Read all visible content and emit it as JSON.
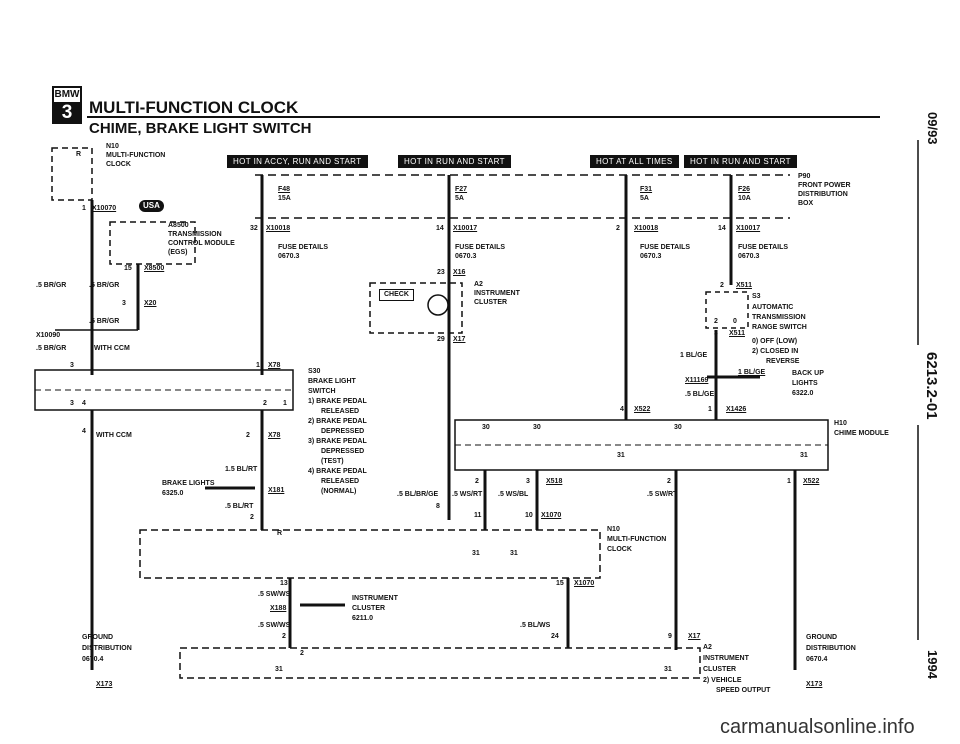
{
  "title": "MULTI-FUNCTION CLOCK",
  "subtitle": "CHIME, BRAKE LIGHT SWITCH",
  "badge": {
    "brand": "BMW",
    "series": "3"
  },
  "side": {
    "date": "09/93",
    "code": "6213.2-01",
    "year": "1994"
  },
  "headers": [
    "HOT IN ACCY, RUN AND START",
    "HOT IN RUN AND START",
    "HOT AT ALL TIMES",
    "HOT IN RUN AND START"
  ],
  "usa": "USA",
  "check": "CHECK",
  "watermark": "carmanualsonline.info",
  "labels": {
    "n10_top": "N10",
    "mfc_top": "MULTI-FUNCTION",
    "clock_top": "CLOCK",
    "pin_r": "R",
    "x10070_a": "X10070",
    "pin1": "1",
    "a8500": "A8500",
    "trans": "TRANSMISSION",
    "ctrl": "CONTROL MODULE",
    "egs": "(EGS)",
    "p15": "15",
    "x8500": "X8500",
    "w1": ".5 BR/GR",
    "w2": ".5 BR/GR",
    "p3a": "3",
    "x20": "X20",
    "w3": ".5 BR/GR",
    "x10090": "X10090",
    "w4": ".5 BR/GR",
    "withccm": "WITH CCM",
    "p3b": "3",
    "f48": "F48",
    "a15": "15A",
    "f27": "F27",
    "a5a": "5A",
    "f31": "F31",
    "a5b": "5A",
    "f26": "F26",
    "a10": "10A",
    "p90": "P90",
    "fp": "FRONT POWER",
    "dist": "DISTRIBUTION",
    "box": "BOX",
    "p32": "32",
    "x10018a": "X10018",
    "p14a": "14",
    "x10017a": "X10017",
    "p2a": "2",
    "x10018b": "X10018",
    "p14b": "14",
    "x10017b": "X10017",
    "fd1": "FUSE DETAILS",
    "fd1n": "0670.3",
    "fd2": "FUSE DETAILS",
    "fd2n": "0670.3",
    "fd3": "FUSE DETAILS",
    "fd3n": "0670.3",
    "fd4": "FUSE DETAILS",
    "fd4n": "0670.3",
    "p23": "23",
    "x16": "X16",
    "a2a": "A2",
    "ic1": "INSTRUMENT",
    "ic2": "CLUSTER",
    "p29": "29",
    "x17a": "X17",
    "p2b": "2",
    "x511": "X511",
    "s3": "S3",
    "auto": "AUTOMATIC",
    "trans2": "TRANSMISSION",
    "rs": "RANGE SWITCH",
    "r2": "2",
    "r0": "0",
    "p3c": "3",
    "x511b": "X511",
    "off": "0)  OFF (LOW)",
    "closed": "2)  CLOSED IN",
    "rev": "REVERSE",
    "bluge1": "1 BL/GE",
    "bluge2": "1 BL/GE",
    "x11169": "X11169",
    "bluge3": ".5 BL/GE",
    "backup": "BACK UP",
    "lights": "LIGHTS",
    "bln": "6322.0",
    "p4": "4",
    "x522a": "X522",
    "p1b": "1",
    "x1426": "X1426",
    "p1c": "1",
    "x78a": "X78",
    "s30": "S30",
    "bls": "BRAKE LIGHT",
    "sw": "SWITCH",
    "o1": "1)  BRAKE PEDAL",
    "o1b": "RELEASED",
    "o2": "2)  BRAKE PEDAL",
    "o2b": "DEPRESSED",
    "o3": "3)  BRAKE PEDAL",
    "o3b": "DEPRESSED",
    "o3c": "(TEST)",
    "o4": "4)  BRAKE PEDAL",
    "o4b": "RELEASED",
    "o4c": "(NORMAL)",
    "sw3": "3",
    "sw4": "4",
    "sw2": "2",
    "sw1": "1",
    "p4b": "4",
    "withccm2": "WITH CCM",
    "p2c": "2",
    "x78b": "X78",
    "blrt1": "1.5 BL/RT",
    "bl": "BRAKE LIGHTS",
    "bln2": "6325.0",
    "x181": "X181",
    "blrt2": ".5 BL/RT",
    "p2d": "2",
    "blbrge": ".5 BL/BR/GE",
    "p8": "8",
    "wsrt": ".5 WS/RT",
    "p11": "11",
    "wsbl": ".5 WS/BL",
    "p10": "10",
    "x1070b": "X1070",
    "n30a": "30",
    "n30b": "30",
    "n30c": "30",
    "n31a": "31",
    "n31b": "31",
    "h10": "H10",
    "cm": "CHIME MODULE",
    "p2e": "2",
    "p3d": "3",
    "x518": "X518",
    "p2f": "2",
    "swrt": ".5 SW/RT",
    "p1d": "1",
    "x522b": "X522",
    "n10b": "N10",
    "mfc2": "MULTI-FUNCTION",
    "clock2": "CLOCK",
    "r2b": "R",
    "n31c": "31",
    "n31d": "31",
    "p13": "13",
    "swws1": ".5 SW/WS",
    "ic3": "INSTRUMENT",
    "x188": "X188",
    "cl3": "CLUSTER",
    "cln": "6211.0",
    "swws2": ".5 SW/WS",
    "p2g": "2",
    "p15b": "15",
    "x1070c": "X1070",
    "blws": ".5 BL/WS",
    "p24": "24",
    "p9": "9",
    "x17b": "X17",
    "a2b": "A2",
    "ic4": "INSTRUMENT",
    "cl4": "CLUSTER",
    "vs": "2)  VEHICLE",
    "vs2": "SPEED OUTPUT",
    "n31e": "31",
    "n31f": "31",
    "p2h": "2",
    "gd1": "GROUND",
    "gd1b": "DISTRIBUTION",
    "gd1n": "0670.4",
    "x173a": "X173",
    "gd2": "GROUND",
    "gd2b": "DISTRIBUTION",
    "gd2n": "0670.4",
    "x173b": "X173"
  }
}
